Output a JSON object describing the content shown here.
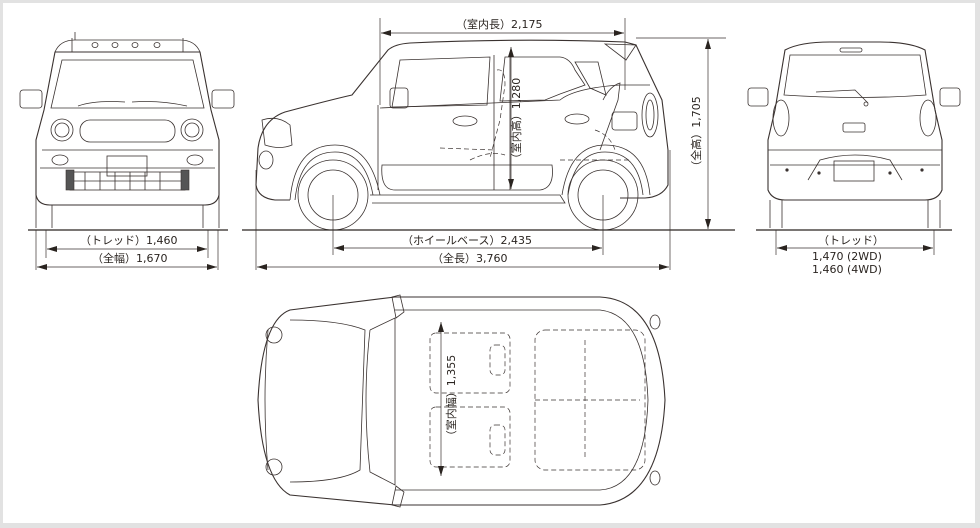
{
  "diagram": {
    "type": "vehicle-dimension-drawing",
    "views": [
      "front",
      "side",
      "rear",
      "top"
    ],
    "colors": {
      "background": "#ffffff",
      "border": "#e2e2e2",
      "line": "#3a3230"
    }
  },
  "front_view": {
    "tread": {
      "label": "（トレッド）",
      "value": "1,460"
    },
    "width": {
      "label": "（全幅）",
      "value": "1,670"
    }
  },
  "side_view": {
    "interior_length": {
      "label": "（室内長）",
      "value": "2,175"
    },
    "interior_height": {
      "label": "（室内高）",
      "value": "1,280"
    },
    "overall_height": {
      "label": "（全高）",
      "value": "1,705"
    },
    "wheelbase": {
      "label": "（ホイールベース）",
      "value": "2,435"
    },
    "overall_length": {
      "label": "（全長）",
      "value": "3,760"
    }
  },
  "rear_view": {
    "tread": {
      "label": "（トレッド）",
      "value_2wd": "1,470 (2WD)",
      "value_4wd": "1,460 (4WD)"
    }
  },
  "top_view": {
    "interior_width": {
      "label": "（室内幅）",
      "value": "1,355"
    }
  }
}
